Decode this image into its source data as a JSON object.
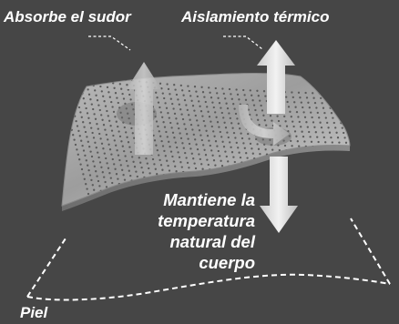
{
  "labels": {
    "absorbs_sweat": "Absorbe el sudor",
    "thermal_insulation": "Aislamiento térmico",
    "maintains_temperature": [
      "Mantiene la",
      "temperatura",
      "natural del cuerpo"
    ],
    "skin": "Piel"
  },
  "colors": {
    "background": "#464646",
    "text": "#ffffff",
    "fabric": "#a9a9a9",
    "arrow": "#e2e2e2"
  },
  "icons": [
    "fabric-sheet",
    "up-arrow",
    "down-arrow",
    "dashed-leader",
    "skin-outline"
  ]
}
